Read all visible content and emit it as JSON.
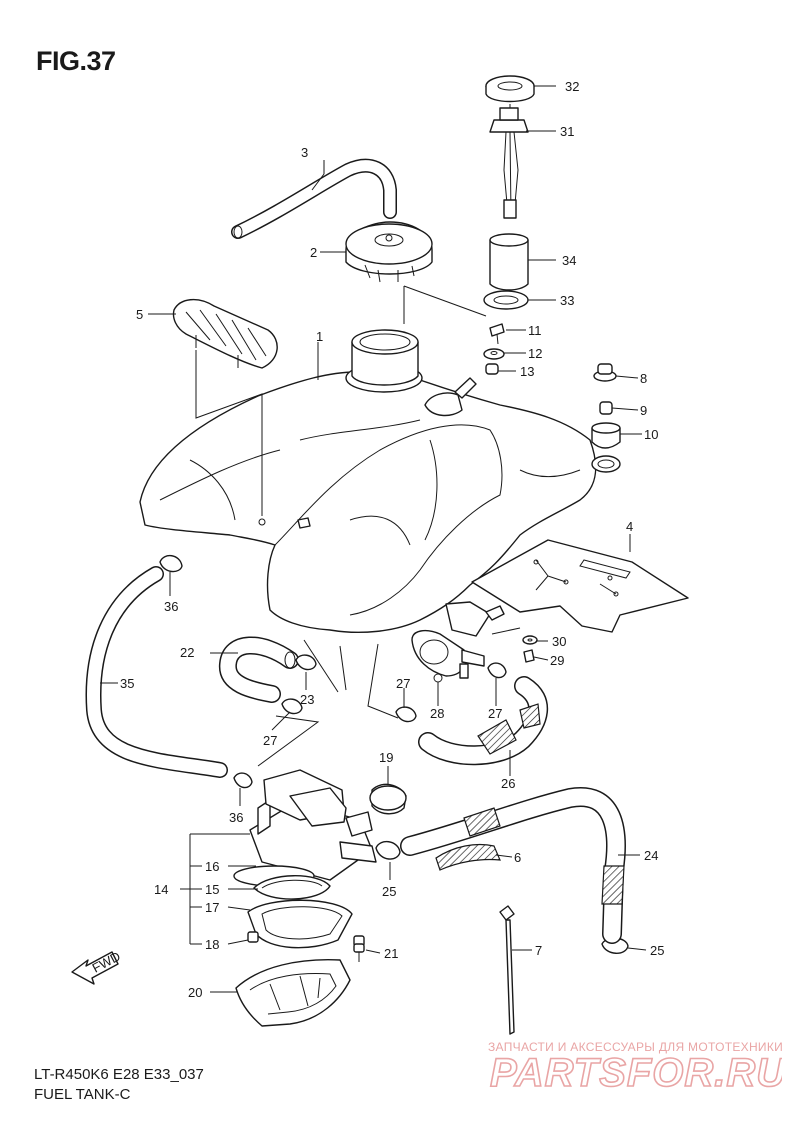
{
  "figure": {
    "title": "FIG.37",
    "model_code": "LT-R450K6 E28 E33_037",
    "section_name": "FUEL TANK-C"
  },
  "watermark": {
    "tagline": "ЗАПЧАСТИ И АКСЕССУАРЫ ДЛЯ МОТОТЕХНИКИ",
    "brand": "PARTSFOR.RU",
    "color": "#e9a5a5"
  },
  "direction_marker": {
    "text": "FWD",
    "icon": "fwd-arrow-icon"
  },
  "callouts": {
    "c1": "1",
    "c2": "2",
    "c3": "3",
    "c4": "4",
    "c5": "5",
    "c6": "6",
    "c7": "7",
    "c8": "8",
    "c9": "9",
    "c10": "10",
    "c11": "11",
    "c12": "12",
    "c13": "13",
    "c14": "14",
    "c15": "15",
    "c16": "16",
    "c17": "17",
    "c18": "18",
    "c19": "19",
    "c20": "20",
    "c21": "21",
    "c22": "22",
    "c23": "23",
    "c24": "24",
    "c25a": "25",
    "c25b": "25",
    "c26": "26",
    "c27a": "27",
    "c27b": "27",
    "c27c": "27",
    "c28": "28",
    "c29": "29",
    "c30": "30",
    "c31": "31",
    "c32": "32",
    "c33": "33",
    "c34": "34",
    "c35": "35",
    "c36a": "36",
    "c36b": "36"
  }
}
